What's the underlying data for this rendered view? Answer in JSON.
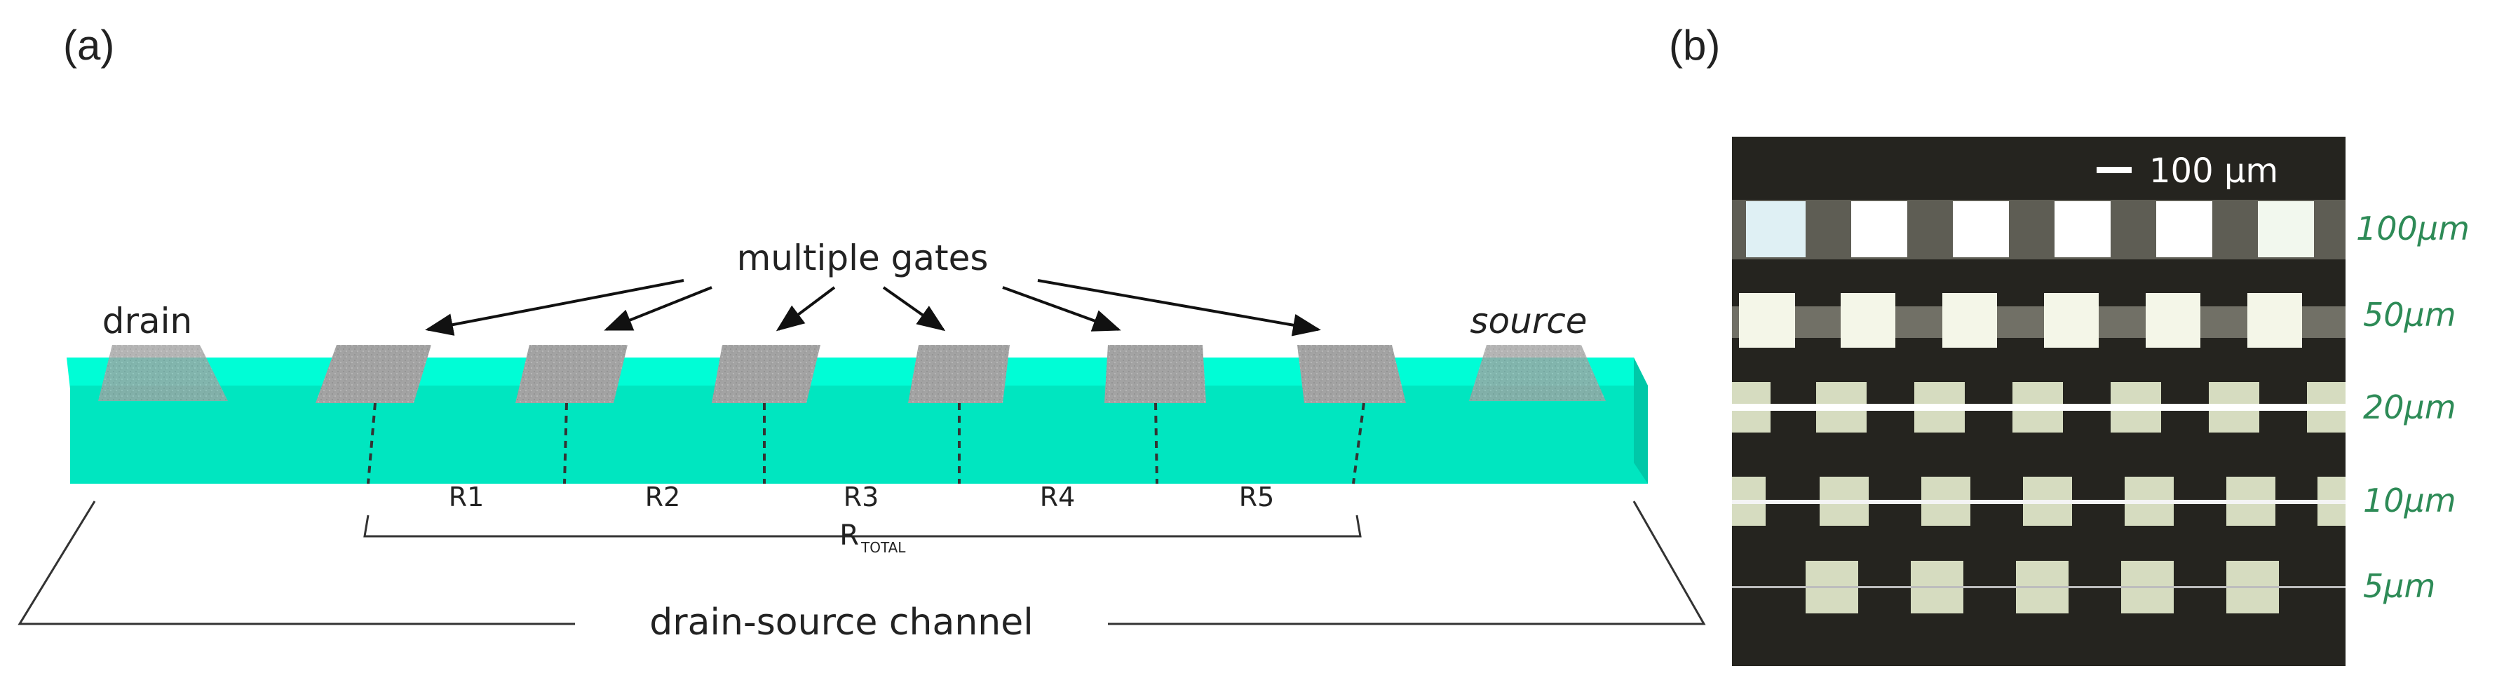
{
  "panel_a": {
    "label": "(a)",
    "gates_label": "multiple gates",
    "drain_label": "drain",
    "source_label": "source",
    "resistors": [
      "R1",
      "R2",
      "R3",
      "R4",
      "R5"
    ],
    "total_label": "R",
    "total_subscript": "TOTAL",
    "channel_label": "drain-source channel",
    "colors": {
      "channel_front": "#00e8c0",
      "channel_top": "#00ffd4",
      "gate": "#a6a6a6"
    }
  },
  "panel_b": {
    "label": "(b)",
    "scale_bar": "100 μm",
    "rows": [
      "100μm",
      "50μm",
      "20μm",
      "10μm",
      "5μm"
    ],
    "colors": {
      "row_label": "#2e8b57",
      "background": "#25241f",
      "pad": "#d6dcc0"
    }
  }
}
